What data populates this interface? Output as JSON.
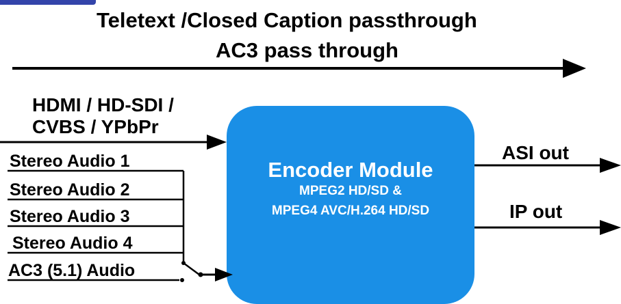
{
  "colors": {
    "encoder_fill": "#1a8fe6",
    "encoder_text": "#ffffff",
    "line": "#000000",
    "background": "#ffffff"
  },
  "header": {
    "passthrough_line1": "Teletext /Closed Caption passthrough",
    "passthrough_line2": "AC3 pass through"
  },
  "inputs": {
    "video_line1": "HDMI / HD-SDI /",
    "video_line2": "CVBS / YPbPr",
    "audio": [
      "Stereo Audio 1",
      "Stereo Audio 2",
      "Stereo Audio 3",
      "Stereo Audio 4",
      "AC3 (5.1) Audio"
    ]
  },
  "encoder": {
    "title": "Encoder Module",
    "subtitle1": "MPEG2 HD/SD &",
    "subtitle2": "MPEG4 AVC/H.264 HD/SD"
  },
  "outputs": {
    "asi": "ASI out",
    "ip": "IP out"
  }
}
